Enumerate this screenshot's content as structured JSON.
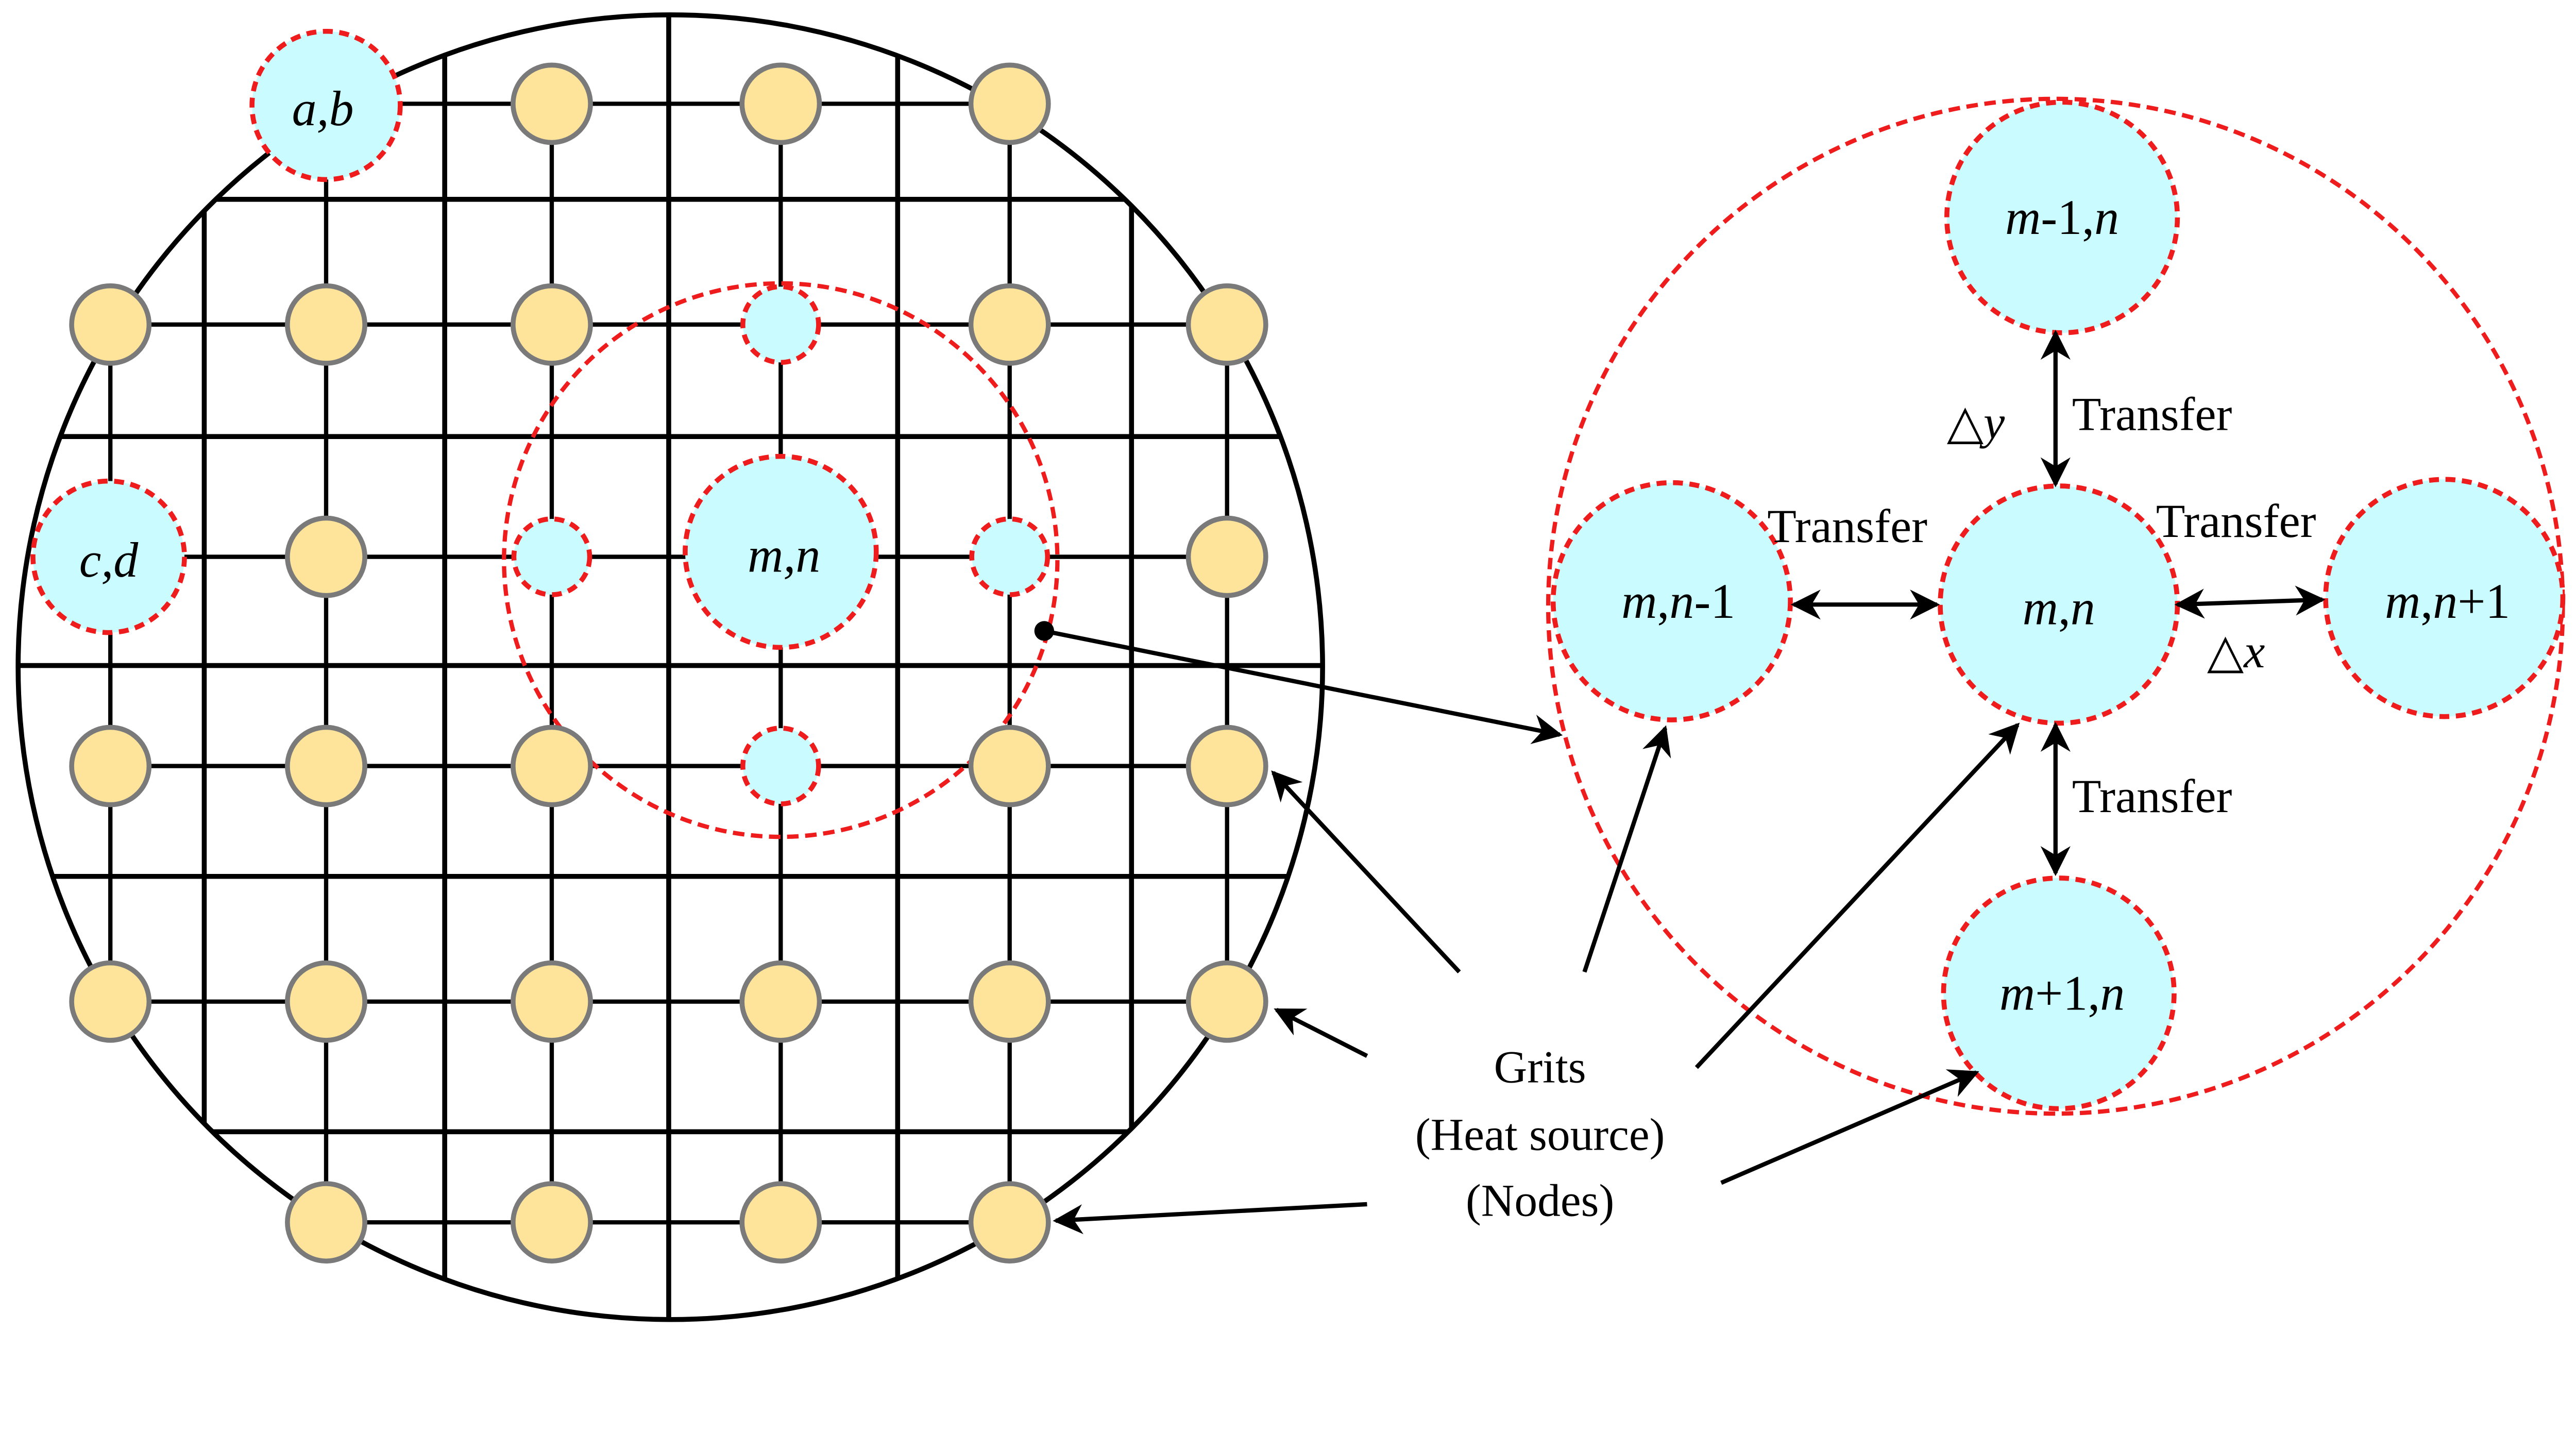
{
  "colors": {
    "node_fill": "#fde49a",
    "node_stroke": "#7a7a7a",
    "highlight_fill": "#c9fbff",
    "dashed_red": "#ee1c1c"
  },
  "left_grid": {
    "corner_node_label": "a,b",
    "edge_node_label": "c,d",
    "center_node_label": "m,n"
  },
  "right_detail": {
    "center_label": "m,n",
    "top_label": "m-1,n",
    "bottom_label": "m+1,n",
    "left_label": "m,n-1",
    "right_label": "m,n+1",
    "transfer_top": "Transfer",
    "transfer_left": "Transfer",
    "transfer_right": "Transfer",
    "transfer_bottom": "Transfer",
    "delta_y": "△y",
    "delta_x": "△x"
  },
  "legend": {
    "line1": "Grits",
    "line2": "(Heat source)",
    "line3": "(Nodes)"
  }
}
